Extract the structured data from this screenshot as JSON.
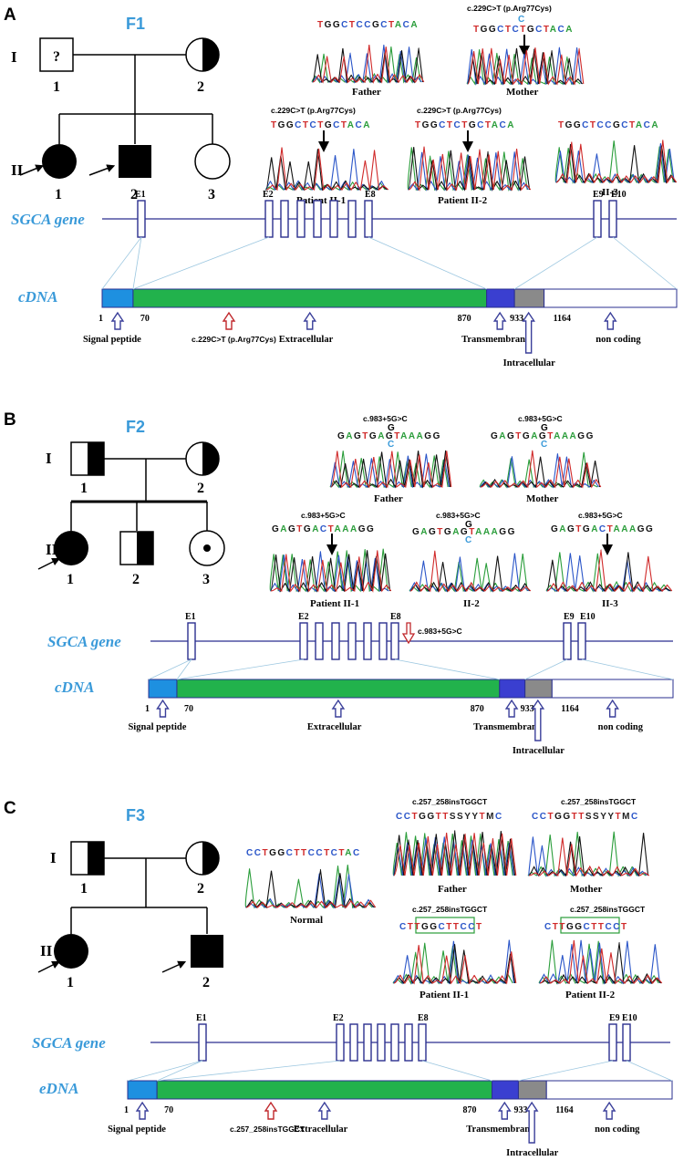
{
  "panels": [
    {
      "letter": "A",
      "family": "F1",
      "pedigree": {
        "gen_I": "I",
        "gen_II": "II",
        "unknown_mark": "?",
        "ind": [
          "1",
          "2",
          "1",
          "2",
          "3"
        ]
      },
      "chromatograms": [
        {
          "seq": "TGGCTCCGCTACA",
          "caption": "Father",
          "mutation": ""
        },
        {
          "seq": "TGGCTCTGCTACA",
          "caption": "Mother",
          "mutation": "c.229C>T (p.Arg77Cys)",
          "het_top": "C",
          "het_bottom": "T"
        },
        {
          "seq": "TGGCTCTGCTACA",
          "caption": "Patient II-1",
          "mutation": "c.229C>T (p.Arg77Cys)"
        },
        {
          "seq": "TGGCTCTGCTACA",
          "caption": "Patient II-2",
          "mutation": "c.229C>T (p.Arg77Cys)"
        },
        {
          "seq": "TGGCTCCGCTACA",
          "caption": "II-3",
          "mutation": ""
        }
      ],
      "gene": {
        "label_gene": "SGCA gene",
        "label_cdna": "cDNA",
        "exons": [
          "E1",
          "E2",
          "E8",
          "E9",
          "E10"
        ],
        "positions": [
          "1",
          "70",
          "870",
          "933",
          "1164"
        ],
        "domains": [
          "Signal peptide",
          "Extracellular",
          "Transmembrane",
          "Intracellular",
          "non coding"
        ],
        "variant_label": "c.229C>T (p.Arg77Cys)"
      }
    },
    {
      "letter": "B",
      "family": "F2",
      "pedigree": {
        "gen_I": "I",
        "gen_II": "II",
        "ind": [
          "1",
          "2",
          "1",
          "2",
          "3"
        ]
      },
      "chromatograms": [
        {
          "seq": "GAGTGAGTAAAGG",
          "caption": "Father",
          "mutation": "c.983+5G>C",
          "het_top": "G",
          "het_bottom": "C"
        },
        {
          "seq": "GAGTGAGTAAAGG",
          "caption": "Mother",
          "mutation": "c.983+5G>C",
          "het_top": "G",
          "het_bottom": "C"
        },
        {
          "seq": "GAGTGACTAAAGG",
          "caption": "Patient II-1",
          "mutation": "c.983+5G>C"
        },
        {
          "seq": "GAGTGAGTAAAGG",
          "caption": "II-2",
          "mutation": "c.983+5G>C",
          "het_top": "G",
          "het_bottom": "C"
        },
        {
          "seq": "GAGTGACTAAAGG",
          "caption": "II-3",
          "mutation": "c.983+5G>C"
        }
      ],
      "gene": {
        "label_gene": "SGCA gene",
        "label_cdna": "cDNA",
        "exons": [
          "E1",
          "E2",
          "E8",
          "E9",
          "E10"
        ],
        "positions": [
          "1",
          "70",
          "870",
          "933",
          "1164"
        ],
        "domains": [
          "Signal peptide",
          "Extracellular",
          "Transmembrane",
          "Intracellular",
          "non coding"
        ],
        "variant_label": "c.983+5G>C"
      }
    },
    {
      "letter": "C",
      "family": "F3",
      "pedigree": {
        "gen_I": "I",
        "gen_II": "II",
        "ind": [
          "1",
          "2",
          "1",
          "2"
        ]
      },
      "normal": {
        "seq": "CCTGGCTTCCTCTAC",
        "caption": "Normal"
      },
      "chromatograms": [
        {
          "seq": "CCTGGTTSSYYTMC",
          "caption": "Father",
          "mutation": "c.257_258insTGGCT"
        },
        {
          "seq": "CCTGGTTSSYYTMC",
          "caption": "Mother",
          "mutation": "c.257_258insTGGCT"
        },
        {
          "seq": "CTTGGCTTCCT",
          "caption": "Patient II-1",
          "mutation": "c.257_258insTGGCT"
        },
        {
          "seq": "CTTGGCTTCCT",
          "caption": "Patient II-2",
          "mutation": "c.257_258insTGGCT"
        }
      ],
      "gene": {
        "label_gene": "SGCA gene",
        "label_cdna": "eDNA",
        "exons": [
          "E1",
          "E2",
          "E8",
          "E9",
          "E10"
        ],
        "positions": [
          "1",
          "70",
          "870",
          "933",
          "1164"
        ],
        "domains": [
          "Signal peptide",
          "Extracellular",
          "Transmembrane",
          "Intracellular",
          "non coding"
        ],
        "variant_label": "c.257_258insTGGCT"
      }
    }
  ],
  "colors": {
    "signal": "#1e90e0",
    "extracellular": "#22b24c",
    "transmembrane": "#3a3fd0",
    "intracellular": "#8a8a8a",
    "noncoding": "#ffffff",
    "outline": "#2a2f8f",
    "label_blue": "#3a9ad9",
    "variant_arrow": "#c0282c",
    "domain_arrow": "#3a3f9a",
    "base_A": "#2a9d3a",
    "base_C": "#2a55c8",
    "base_G": "#111111",
    "base_T": "#d02a2a"
  }
}
